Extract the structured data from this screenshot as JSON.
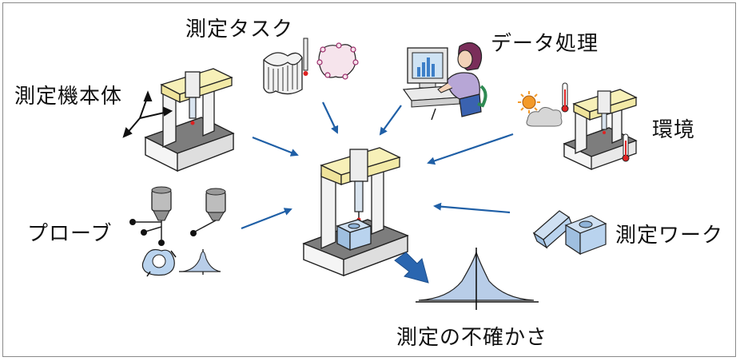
{
  "labels": {
    "measuring_machine": "測定機本体",
    "measuring_task": "測定タスク",
    "data_processing": "データ処理",
    "environment": "環境",
    "probe": "プローブ",
    "workpiece": "測定ワーク",
    "uncertainty": "測定の不確かさ"
  },
  "colors": {
    "arrow": "#1f5fa6",
    "big_arrow": "#2a66b0",
    "cube_blue": "#b9d3ee",
    "distribution_fill": "#b8cde8",
    "beam_yellow": "#f2eaa8",
    "stone_gray": "#7d7d7d"
  }
}
